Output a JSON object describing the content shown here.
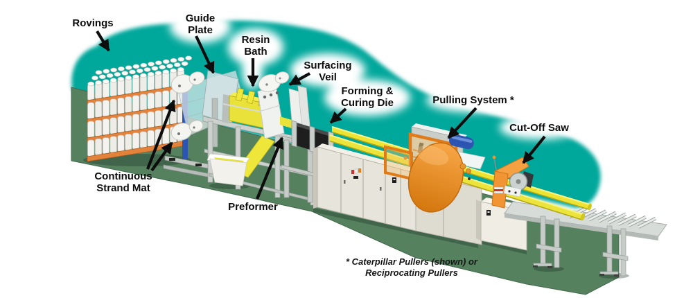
{
  "diagram": {
    "labels": {
      "rovings": "Rovings",
      "guide_plate": [
        "Guide",
        "Plate"
      ],
      "resin_bath": [
        "Resin",
        "Bath"
      ],
      "surfacing_veil": [
        "Surfacing",
        "Veil"
      ],
      "forming_curing_die": [
        "Forming &",
        "Curing Die"
      ],
      "pulling_system": "Pulling System *",
      "cut_off_saw": "Cut-Off Saw",
      "continuous_strand_mat": [
        "Continuous",
        "Strand Mat"
      ],
      "preformer": "Preformer"
    },
    "footnote": [
      "* Caterpillar Pullers (shown) or",
      "Reciprocating Pullers"
    ],
    "colors": {
      "background_blob": "#00A79B",
      "floor_green": "#55815F",
      "machine_orange": "#EE8D2B",
      "profile_yellow": "#ECE431",
      "tray_orange": "#E2823B",
      "cabinet_beige": "#E7E5DB",
      "steel_gray": "#C9CEC9",
      "accent_blue": "#2C55B2",
      "label_text": "#0D0D0D"
    }
  }
}
